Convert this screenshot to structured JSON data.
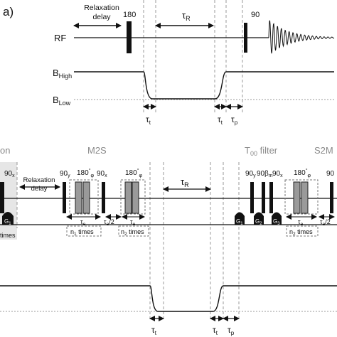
{
  "panel_label": "a)",
  "top": {
    "relaxation_delay_line1": "Relaxation",
    "relaxation_delay_line2": "delay",
    "pulse_180": "180",
    "pulse_90": "90",
    "tau_r": "τ",
    "tau_r_sub": "R",
    "row_rf": "RF",
    "row_bhigh": "B",
    "row_bhigh_sub": "High",
    "row_blow": "B",
    "row_blow_sub": "Low",
    "tau_t": "τ",
    "tau_t_sub": "t",
    "tau_p": "τ",
    "tau_p_sub": "p"
  },
  "bottom": {
    "section_left": "on",
    "section_m2s": "M2S",
    "section_t00_main": "T",
    "section_t00_sub": "00",
    "section_t00_rest": " filter",
    "section_s2m": "S2M",
    "pulse_90x_left": "90",
    "pulse_90x_left_sub": "x",
    "relaxation_line1": "Relaxation",
    "relaxation_line2": "delay",
    "pulse_90y": "90",
    "pulse_90y_sub": "y",
    "pulse_180phi_1": "180",
    "pulse_180phi_1_sup": "°",
    "pulse_180phi_1_sub": "φ",
    "pulse_90x_m2s": "90",
    "pulse_90x_m2s_sub": "x",
    "pulse_180phi_2": "180",
    "pulse_180phi_2_sup": "°",
    "pulse_180phi_2_sub": "φ",
    "tau_r": "τ",
    "tau_r_sub": "R",
    "pulse_90y_2": "90",
    "pulse_90y_2_sub": "y",
    "pulse_90_2": "90",
    "pulse_beta_m": "β",
    "pulse_beta_m_sub": "m",
    "pulse_90x_2": "90",
    "pulse_90x_2_sub": "x",
    "pulse_180phi_3": "180",
    "pulse_180phi_3_sup": "°",
    "pulse_180phi_3_sub": "φ",
    "pulse_90x_right": "90",
    "tau_e": "τ",
    "tau_e_sub": "e",
    "tau_e_half": "τ",
    "tau_e_half_sub": "e",
    "tau_e_half_div": "/2",
    "n1_times": "n",
    "n1_times_sub": "1",
    "n1_times_rest": " times",
    "n2_times": "n",
    "n2_times_sub": "2",
    "n2_times_rest": " times",
    "times_left": "times",
    "g1": "G",
    "g1_sub": "1",
    "g2": "G",
    "g2_sub": "2",
    "g3": "G",
    "g3_sub": "3",
    "tau_t": "τ",
    "tau_t_sub": "t",
    "tau_p": "τ",
    "tau_p_sub": "p"
  }
}
